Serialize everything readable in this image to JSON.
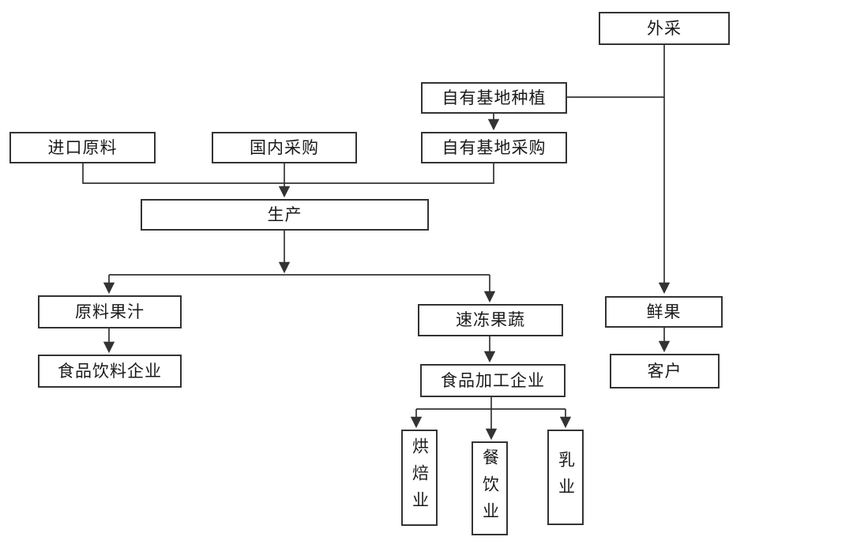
{
  "diagram": {
    "type": "flowchart",
    "background_color": "#ffffff",
    "line_color": "#333333",
    "box_border_color": "#333333",
    "text_color": "#1a1a1a",
    "nodes": {
      "external_purchase": {
        "label": "外采"
      },
      "own_base_planting": {
        "label": "自有基地种植"
      },
      "imported_raw_material": {
        "label": "进口原料"
      },
      "domestic_procurement": {
        "label": "国内采购"
      },
      "own_base_procurement": {
        "label": "自有基地采购"
      },
      "production": {
        "label": "生产"
      },
      "raw_juice": {
        "label": "原料果汁"
      },
      "frozen_fruits_vegetables": {
        "label": "速冻果蔬"
      },
      "fresh_fruit": {
        "label": "鲜果"
      },
      "food_beverage_enterprise": {
        "label": "食品饮料企业"
      },
      "food_processing_enterprise": {
        "label": "食品加工企业"
      },
      "customer": {
        "label": "客户"
      },
      "baking_industry": {
        "label": "烘焙业"
      },
      "catering_industry": {
        "label": "餐饮业"
      },
      "dairy_industry": {
        "label": "乳业"
      }
    },
    "edges": [
      {
        "from": "自有基地种植",
        "to": "外采",
        "style": "plain-line"
      },
      {
        "from": "外采",
        "to": "鲜果",
        "style": "arrow"
      },
      {
        "from": "自有基地种植",
        "to": "自有基地采购",
        "style": "arrow"
      },
      {
        "from": "进口原料",
        "to": "生产",
        "style": "arrow"
      },
      {
        "from": "国内采购",
        "to": "生产",
        "style": "arrow"
      },
      {
        "from": "自有基地采购",
        "to": "生产",
        "style": "arrow"
      },
      {
        "from": "生产",
        "to": "原料果汁",
        "style": "arrow"
      },
      {
        "from": "生产",
        "to": "速冻果蔬",
        "style": "arrow"
      },
      {
        "from": "原料果汁",
        "to": "食品饮料企业",
        "style": "arrow"
      },
      {
        "from": "速冻果蔬",
        "to": "食品加工企业",
        "style": "arrow"
      },
      {
        "from": "鲜果",
        "to": "客户",
        "style": "arrow"
      },
      {
        "from": "食品加工企业",
        "to": "烘焙业",
        "style": "arrow"
      },
      {
        "from": "食品加工企业",
        "to": "餐饮业",
        "style": "arrow"
      },
      {
        "from": "食品加工企业",
        "to": "乳业",
        "style": "arrow"
      }
    ]
  }
}
